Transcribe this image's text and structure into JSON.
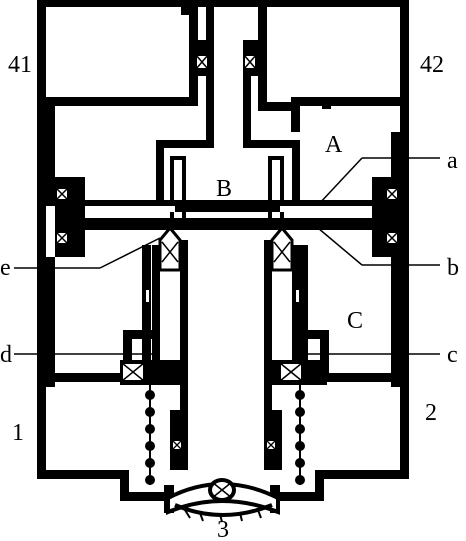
{
  "labels": {
    "port_41": "41",
    "port_42": "42",
    "port_1": "1",
    "port_2": "2",
    "port_3": "3",
    "chamber_a": "A",
    "chamber_b": "B",
    "chamber_c": "C",
    "callout_a": "a",
    "callout_b": "b",
    "callout_c": "c",
    "callout_d": "d",
    "callout_e": "e"
  },
  "colors": {
    "ink": "#000000",
    "paper": "#ffffff"
  }
}
